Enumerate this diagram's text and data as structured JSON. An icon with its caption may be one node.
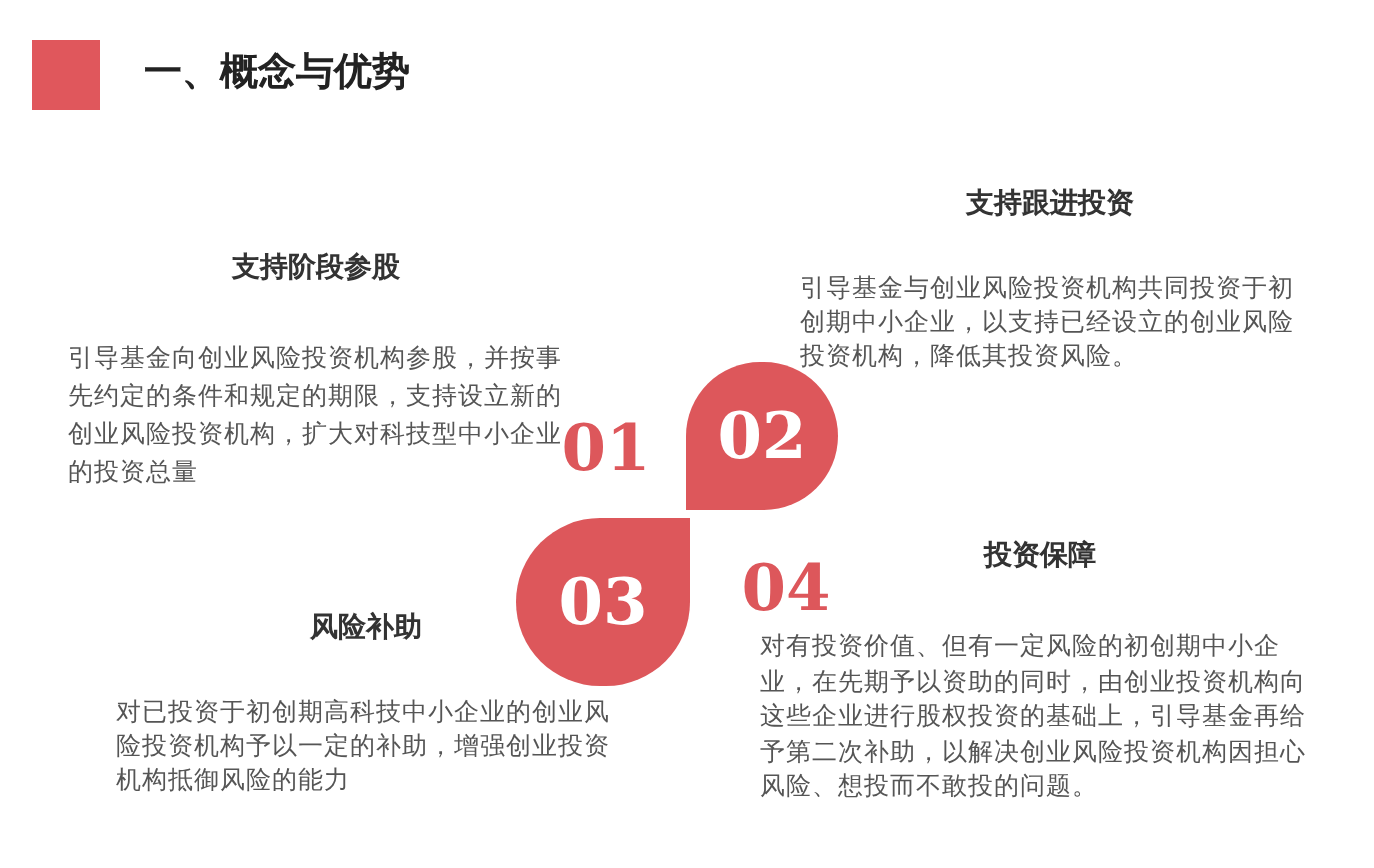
{
  "diagram": {
    "title": "一、概念与优势",
    "nodes": [
      {
        "text": [
          "支持阶段参股",
          "引导基金向创业风险投资机构参股，并按事先约定的条件和规定的期限，支持设立新的创业风险投资机构，扩大对科技型中小企业的投资总量"
        ]
      },
      {
        "text": [
          "支持跟进投资",
          "引导基金与创业风险投资机构共同投资于初创期中小企业，以支持已经设立的创业风险投资机构，降低其投资风险。"
        ]
      },
      {
        "text": [
          "风险补助",
          "对已投资于初创期高科技中小企业的创业风险投资机构予以一定的补助，增强创业投资机构抵御风险的能力"
        ]
      },
      {
        "text": [
          "投资保障",
          "对有投资价值、但有一定风险的初创期中小企业，在先期予以资助的同时，由创业投资机构向这些企业进行股权投资的基础上，引导基金再给予第二次补助，以解决创业风险投资机构因担心风险、想投而不敢投的问题。"
        ]
      },
      {
        "text": [
          "01"
        ]
      },
      {
        "text": [
          "02"
        ]
      },
      {
        "text": [
          "03"
        ]
      },
      {
        "text": [
          "04"
        ]
      }
    ]
  }
}
